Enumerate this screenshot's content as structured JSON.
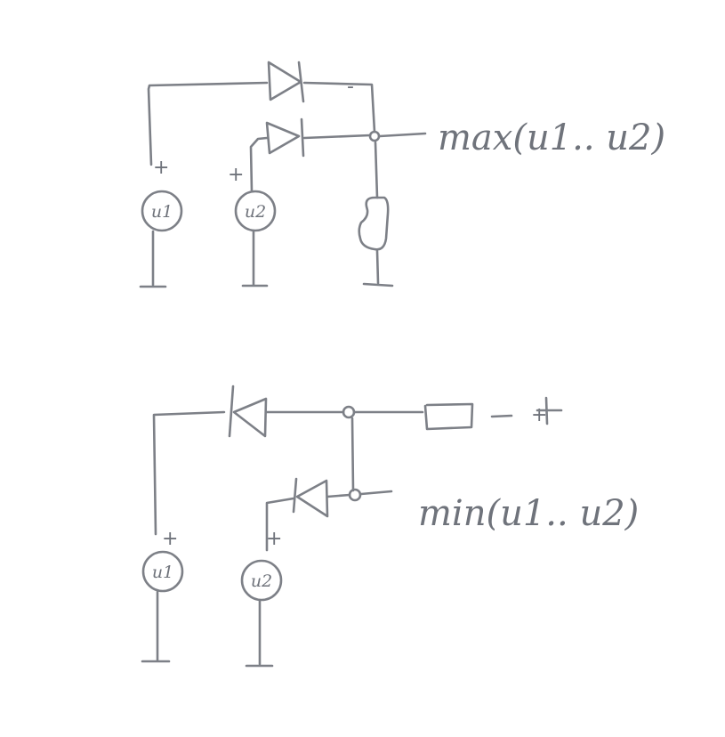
{
  "top_circuit": {
    "source_1_label": "u1",
    "source_2_label": "u2",
    "source_1_polarity": "+",
    "source_2_polarity": "+",
    "output_label": "max(u1.. u2)",
    "diode_polarity_mark": "-"
  },
  "bottom_circuit": {
    "source_1_label": "u1",
    "source_2_label": "u2",
    "source_1_polarity": "+",
    "source_2_polarity": "+",
    "output_label": "min(u1.. u2)",
    "supply_polarity": "+",
    "supply_dash": "-"
  },
  "colors": {
    "ink": "#7d8087",
    "paper": "#ffffff"
  }
}
